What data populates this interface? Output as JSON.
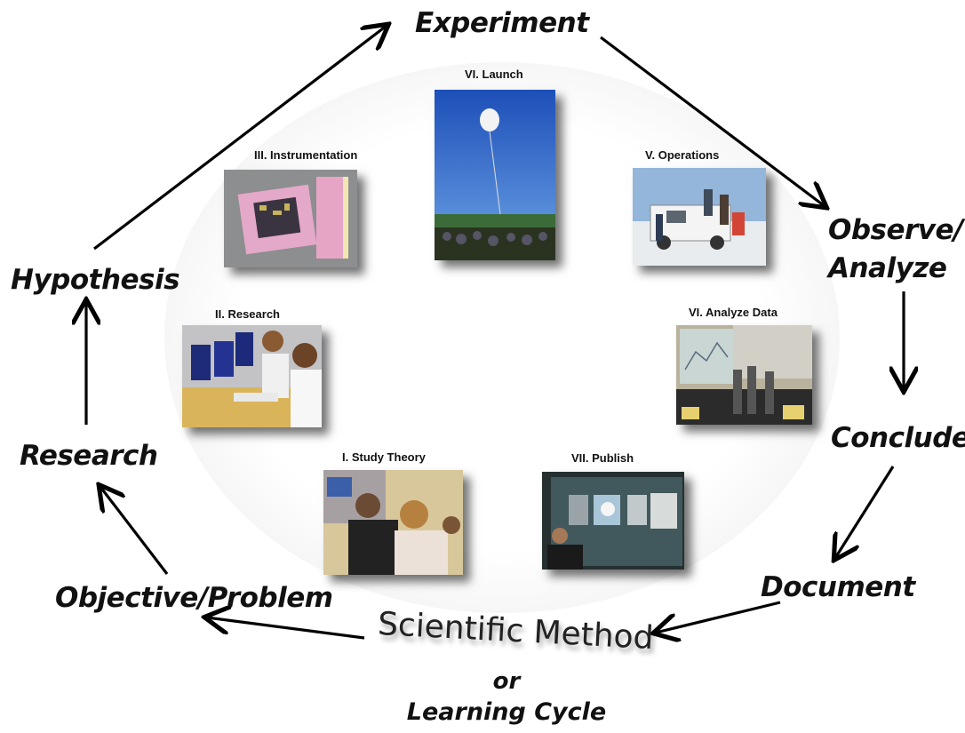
{
  "cycle_steps": {
    "experiment": "Experiment",
    "observe": "Observe/",
    "analyze": "Analyze",
    "conclude": "Conclude",
    "document": "Document",
    "objective": "Objective/Problem",
    "research": "Research",
    "hypothesis": "Hypothesis"
  },
  "photos": [
    {
      "key": "launch",
      "caption": "VI. Launch"
    },
    {
      "key": "instrumentation",
      "caption": "III. Instrumentation"
    },
    {
      "key": "operations",
      "caption": "V. Operations"
    },
    {
      "key": "research",
      "caption": "II. Research"
    },
    {
      "key": "analyze",
      "caption": "VI. Analyze Data"
    },
    {
      "key": "study",
      "caption": "I. Study Theory"
    },
    {
      "key": "publish",
      "caption": "VII. Publish"
    }
  ],
  "title": {
    "main": "Scientific Method",
    "or": "or",
    "subtitle": "Learning Cycle"
  },
  "colors": {
    "arrow": "#000000",
    "text": "#111111"
  }
}
